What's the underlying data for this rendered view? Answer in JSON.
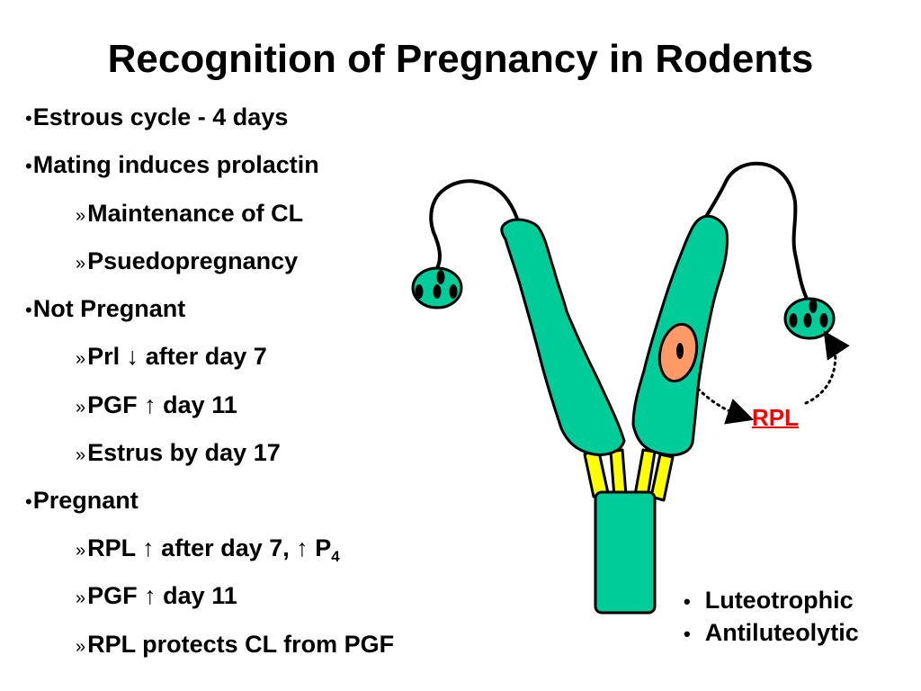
{
  "title": "Recognition of Pregnancy in Rodents",
  "bullets": {
    "b1": "Estrous cycle - 4 days",
    "b2": "Mating induces prolactin",
    "b2_1": "Maintenance of CL",
    "b2_2": "Psuedopregnancy",
    "b3": "Not Pregnant",
    "b3_1_a": "Prl",
    "b3_1_arrow": "↓",
    "b3_1_b": "after day 7",
    "b3_2_a": "PGF",
    "b3_2_arrow": "↑",
    "b3_2_b": "day 11",
    "b3_3": "Estrus by day 17",
    "b4": "Pregnant",
    "b4_1_a": "RPL",
    "b4_1_arrow1": "↑",
    "b4_1_b": "after day 7,",
    "b4_1_arrow2": "↑",
    "b4_1_c": "P",
    "b4_1_sub": "4",
    "b4_2_a": "PGF",
    "b4_2_arrow": "↑",
    "b4_2_b": "day 11",
    "b4_3": "RPL protects CL from PGF"
  },
  "markers": {
    "level1": "•",
    "level2": "»"
  },
  "diagram": {
    "rpl_label": "RPL",
    "colors": {
      "uterus": "#00cc99",
      "oviduct_stripe": "#ffff00",
      "embryo": "#ff9966",
      "label_red": "#ff0000"
    }
  },
  "right_list": {
    "item1": "Luteotrophic",
    "item2": "Antiluteolytic"
  }
}
